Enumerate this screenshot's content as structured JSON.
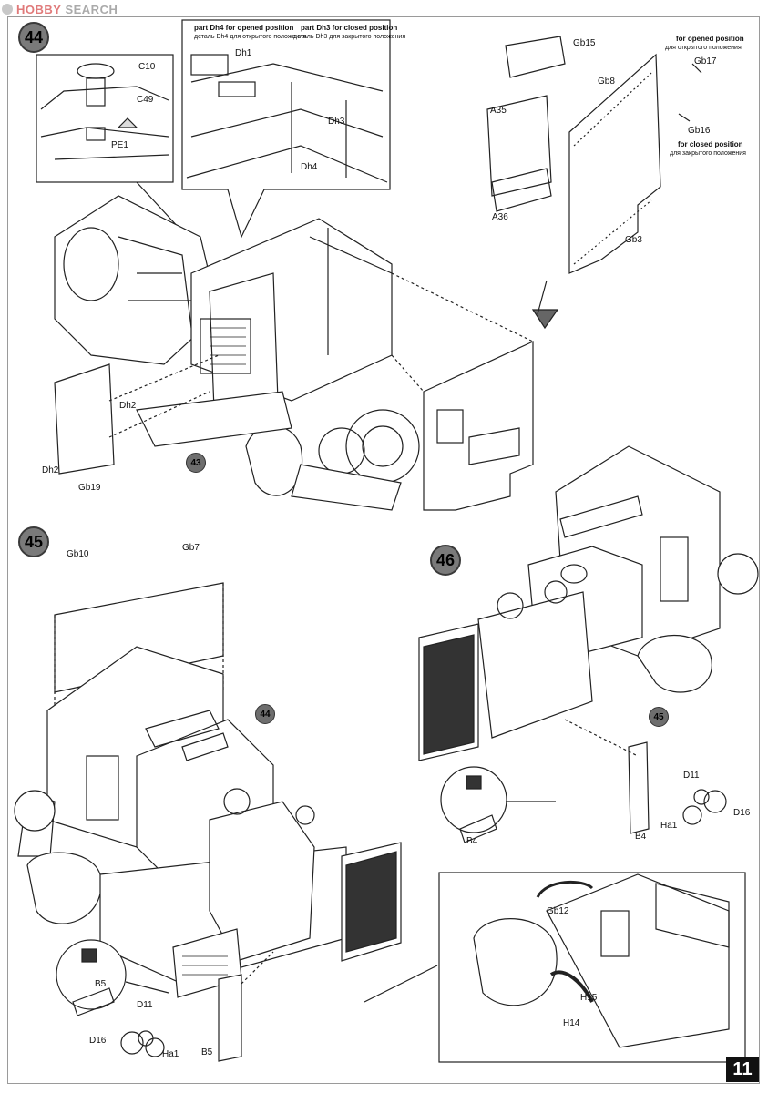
{
  "header": {
    "logo_text_1": "HOBBY",
    "logo_text_2": "SEARCH"
  },
  "steps": {
    "s44": "44",
    "s45": "45",
    "s46": "46"
  },
  "sub_steps": {
    "ref43": "43",
    "ref44": "44",
    "ref45": "45"
  },
  "parts": {
    "C10": "C10",
    "C49": "C49",
    "PE1": "PE1",
    "Dh1": "Dh1",
    "Dh3": "Dh3",
    "Dh4": "Dh4",
    "Dh2a": "Dh2",
    "Dh2b": "Dh2",
    "Gb19": "Gb19",
    "Gb15": "Gb15",
    "Gb8": "Gb8",
    "Gb17": "Gb17",
    "Gb16": "Gb16",
    "Gb3": "Gb3",
    "A35": "A35",
    "A36": "A36",
    "Gb10": "Gb10",
    "Gb7": "Gb7",
    "B5a": "B5",
    "B5b": "B5",
    "D11a": "D11",
    "D16a": "D16",
    "Ha1a": "Ha1",
    "B4a": "B4",
    "B4b": "B4",
    "D11b": "D11",
    "D16b": "D16",
    "Ha1b": "Ha1",
    "Gb12": "Gb12",
    "H15": "H15",
    "H14": "H14"
  },
  "notes": {
    "dh4_en": "part Dh4 for opened position",
    "dh4_ru": "деталь Dh4 для открытого положения",
    "dh3_en": "part Dh3 for closed position",
    "dh3_ru": "деталь Dh3 для закрытого положения",
    "opened_en": "for opened position",
    "opened_ru": "для открытого положения",
    "closed_en": "for closed position",
    "closed_ru": "для закрытого положения"
  },
  "page_number": "11"
}
